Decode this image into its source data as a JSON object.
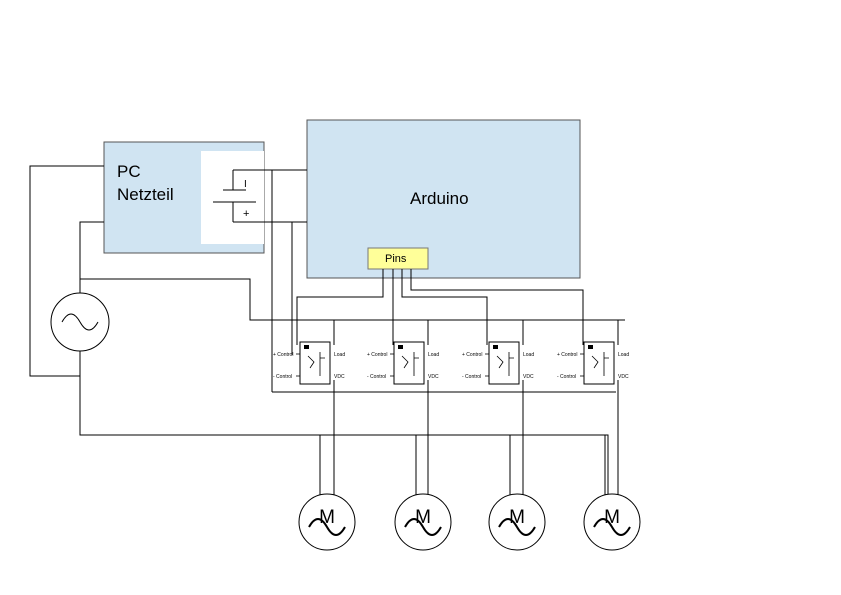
{
  "psu": {
    "line1": "PC",
    "line2": "Netzteil",
    "minus": "I",
    "plus": "+"
  },
  "arduino": {
    "label": "Arduino",
    "pins": "Pins"
  },
  "relays": [
    {
      "control_pos": "+ Control",
      "control_neg": "- Control",
      "load": "Load",
      "vdc": "VDC"
    },
    {
      "control_pos": "+ Control",
      "control_neg": "- Control",
      "load": "Load",
      "vdc": "VDC"
    },
    {
      "control_pos": "+ Control",
      "control_neg": "- Control",
      "load": "Load",
      "vdc": "VDC"
    },
    {
      "control_pos": "+ Control",
      "control_neg": "- Control",
      "load": "Load",
      "vdc": "VDC"
    }
  ],
  "motors": [
    {
      "label": "M"
    },
    {
      "label": "M"
    },
    {
      "label": "M"
    },
    {
      "label": "M"
    }
  ],
  "colors": {
    "block_fill": "#d0e4f2",
    "pins_fill": "#ffff99",
    "battery_fill": "#ffffff"
  },
  "icons": {
    "ac_source": "sine-wave-icon",
    "motor": "motor-icon",
    "battery": "battery-icon"
  }
}
